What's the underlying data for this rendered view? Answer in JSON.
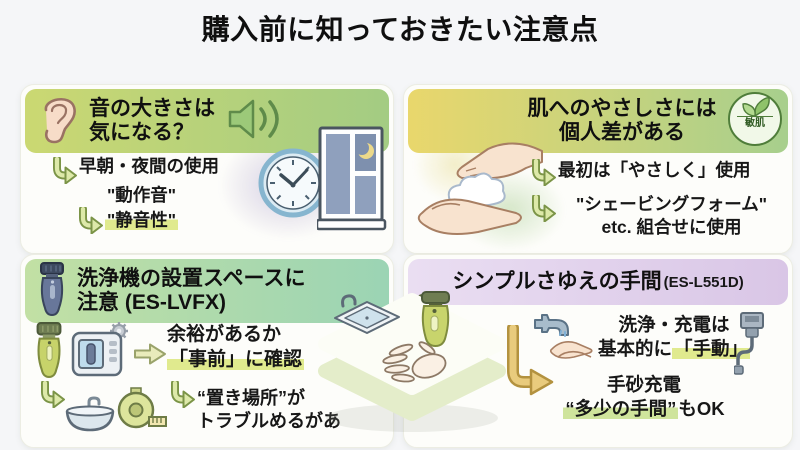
{
  "title": "購入前に知っておきたい注意点",
  "panels": {
    "noise": {
      "heading_line1": "音の大きさは",
      "heading_line2": "気になる？",
      "point1": "早朝・夜間の使用",
      "point1_sub": "\"動作音\"",
      "point2": "\"静音性\""
    },
    "skin": {
      "heading_line1": "肌へのやさしさには",
      "heading_line2": "個人差がある",
      "badge": "敏肌",
      "point1": "最初は「やさしく」使用",
      "point2_line1": "\"シェービングフォーム\"",
      "point2_line2": "etc. 組合せに使用"
    },
    "space": {
      "heading_line1": "洗浄機の設置スペースに",
      "heading_line2": "注意 (ES-LVFX)",
      "point1_line1": "余裕があるか",
      "point1_line2": "「事前」に確認",
      "point2_line1": "“置き場所”が",
      "point2_line2": "トラブルめるがあ"
    },
    "simple": {
      "heading": "シンプルさゆえの手間",
      "heading_model": "(ES-L551D)",
      "point1_line1": "洗浄・充電は",
      "point1_line2_prefix": "基本的に",
      "point1_line2_highlight": "「手動」",
      "point2_line1": "手砂充電",
      "point2_line2_highlight": "“多少の手間”",
      "point2_line2_suffix": "もOK"
    }
  },
  "colors": {
    "background": "#f5f6f8",
    "header_noise_gradient": [
      "#cbd872",
      "#a3cc83"
    ],
    "header_skin_gradient": [
      "#e9d76c",
      "#a7cf8d"
    ],
    "header_space_gradient": [
      "#c2e0a4",
      "#9bd4b4"
    ],
    "header_simple_gradient": [
      "#eadef2",
      "#d9c6e6"
    ],
    "highlight_yellow": "#e0ea8e",
    "highlight_green": "#cfe49c",
    "arrow_green": "#dde9a9",
    "arrow_gold": "#e9cb7d",
    "text": "#171717"
  },
  "icons": [
    "ear-icon",
    "speaker-icon",
    "clock-icon",
    "night-window-icon",
    "foam-hands-illustration",
    "sensitive-skin-leaf-badge",
    "shaver-icon",
    "green-shaver-icon",
    "cleaning-station-icon",
    "turn-arrow-icon",
    "right-arrow-icon",
    "sink-icon",
    "measuring-tape-icon",
    "faucet-icon",
    "washing-hands-icon",
    "usb-cable-icon",
    "bent-gold-arrow-icon",
    "counter-sink-illustration"
  ]
}
